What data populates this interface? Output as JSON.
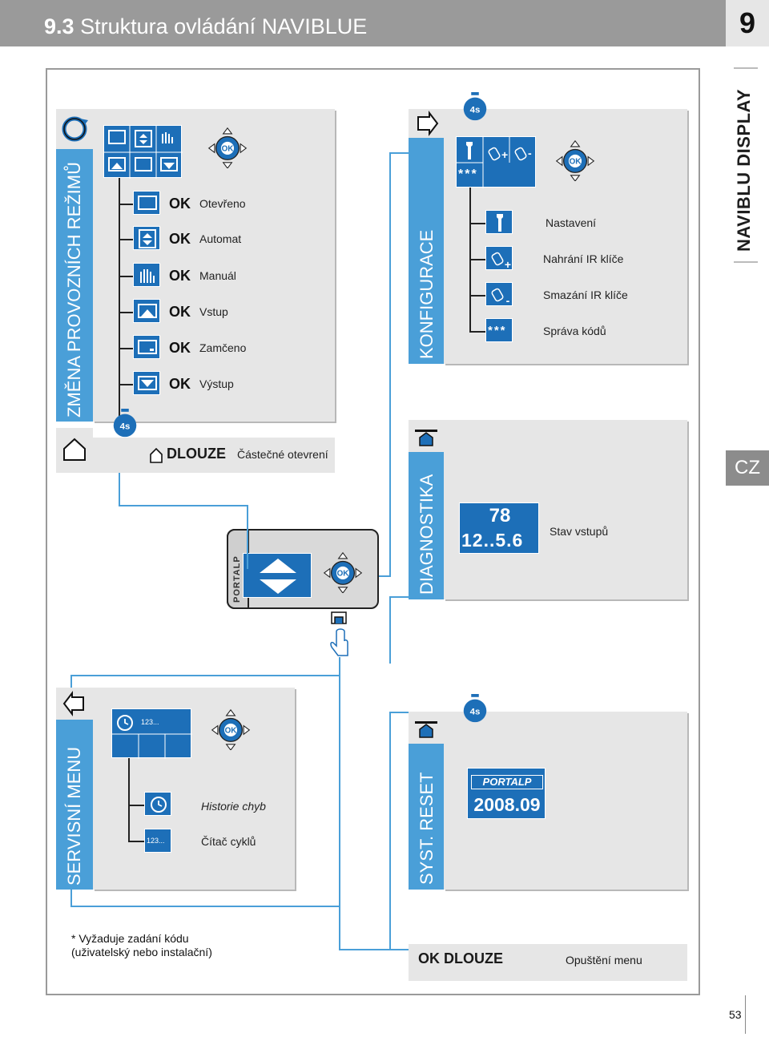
{
  "header": {
    "number": "9.3",
    "title": "Struktura ovládání NAVIBLUE",
    "chapter": "9"
  },
  "side": {
    "label": "NAVIBLU DISPLAY",
    "lang_tab": "CZ"
  },
  "modes": {
    "title": "ZMĚNA PROVOZNÍCH REŽIMŮ",
    "timer": "4s",
    "items": [
      {
        "key": "OK",
        "label": "Otevřeno"
      },
      {
        "key": "OK",
        "label": "Automat"
      },
      {
        "key": "OK",
        "label": "Manuál"
      },
      {
        "key": "OK",
        "label": "Vstup"
      },
      {
        "key": "OK",
        "label": "Zamčeno"
      },
      {
        "key": "OK",
        "label": "Výstup"
      }
    ],
    "long_key": "DLOUZE",
    "long_label": "Částečné otevrení"
  },
  "config": {
    "title": "KONFIGURACE",
    "timer": "4s",
    "stars": "***",
    "plus": "+",
    "minus": "-",
    "items": [
      {
        "icon": "wrench-icon",
        "label": "Nastavení"
      },
      {
        "icon": "ir-key-plus-icon",
        "label": "Nahrání IR klíče"
      },
      {
        "icon": "ir-key-minus-icon",
        "label": "Smazání IR klíče"
      },
      {
        "icon": "code-stars-icon",
        "label": "Správa kódů",
        "stars": "***"
      }
    ]
  },
  "diag": {
    "title": "DIAGNOSTIKA",
    "line1": "78",
    "line2": "12..5.6",
    "label": "Stav vstupů"
  },
  "device": {
    "brand": "PORTALP",
    "ok": "OK"
  },
  "service": {
    "title": "SERVISNÍ MENU",
    "counter_short": "123...",
    "items": [
      {
        "icon": "clock-icon",
        "label": "Historie chyb"
      },
      {
        "icon": "counter-icon",
        "label": "Čítač cyklů",
        "text": "123..."
      }
    ]
  },
  "reset": {
    "title": "SYST. RESET",
    "timer": "4s",
    "brand": "PORTALP",
    "version": "2008.09"
  },
  "footnote": {
    "line1": "* Vyžaduje zadání kódu",
    "line2": "(uživatelský nebo instalační)"
  },
  "exit": {
    "key": "OK DLOUZE",
    "label": "Opuštění menu"
  },
  "page": "53",
  "colors": {
    "accent": "#4a9fd8",
    "lcd": "#1d6fb8",
    "panel": "#e6e6e6",
    "header": "#9a9a9a"
  }
}
